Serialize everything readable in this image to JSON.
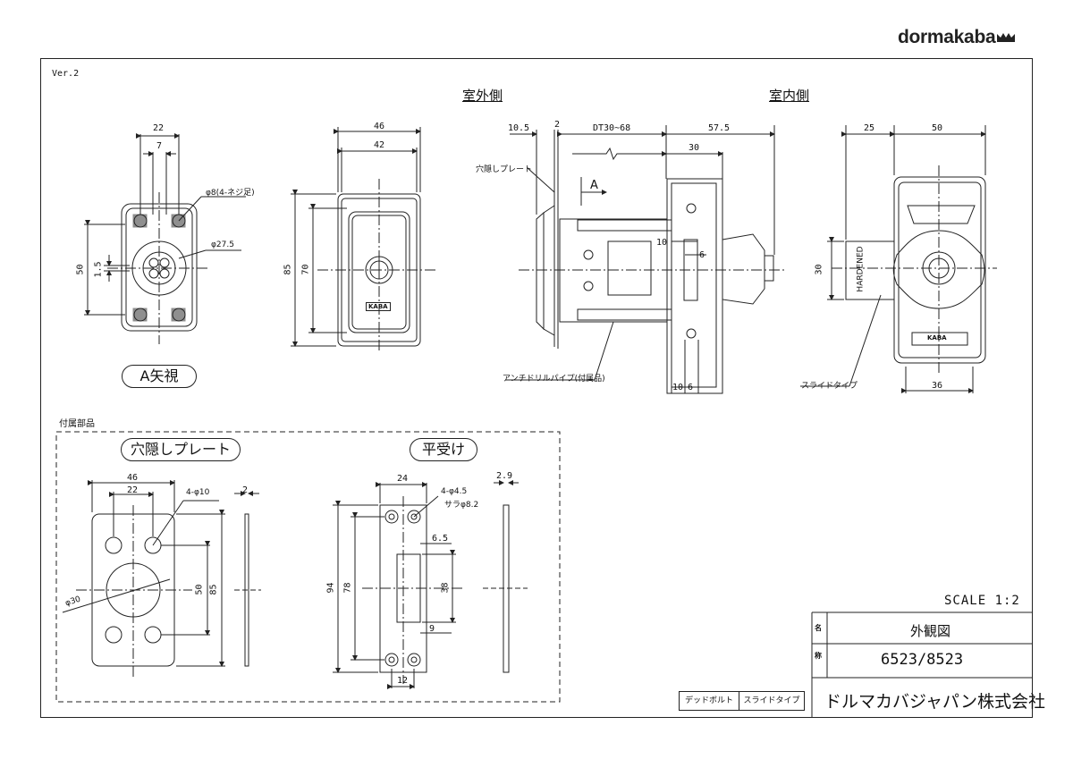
{
  "brand": {
    "logo_text": "dormakaba",
    "logo_mark": "crown-icon"
  },
  "version": "Ver.2",
  "views": {
    "outside": "室外側",
    "inside": "室内側",
    "arrow_view": "A矢視"
  },
  "front_view": {
    "dims": {
      "w22": "22",
      "w7": "7",
      "h50": "50",
      "h1_5": "1.5"
    },
    "notes": {
      "phi8": "φ8(4-ネジ足)",
      "phi27": "φ27.5"
    }
  },
  "outside_view": {
    "dims": {
      "w46": "46",
      "w42": "42",
      "h85": "85",
      "h70": "70"
    },
    "brand_tag": "KABA"
  },
  "side_view": {
    "dims": {
      "d10_5": "10.5",
      "d2": "2",
      "dt": "DT30~68",
      "d57_5": "57.5",
      "d30": "30",
      "d10": "10",
      "d6": "6",
      "d10b": "10",
      "d6b": "6"
    },
    "labels": {
      "cover_plate": "穴隠しプレート",
      "a_mark": "A",
      "anti_drill": "アンチドリルパイプ(付属品)"
    }
  },
  "inside_view": {
    "dims": {
      "w25": "25",
      "w50": "50",
      "h30": "30",
      "w36": "36"
    },
    "labels": {
      "hardened": "HARDENED",
      "slide_type": "スライドタイプ"
    },
    "brand_tag": "KABA"
  },
  "accessories": {
    "title": "付属部品",
    "cover_plate": {
      "label": "穴隠しプレート",
      "dims": {
        "w46": "46",
        "w22": "22",
        "holes": "4-φ10",
        "t2": "2",
        "h50": "50",
        "h85": "85",
        "phi30": "φ30"
      }
    },
    "strike": {
      "label": "平受け",
      "dims": {
        "w24": "24",
        "holes": "4-φ4.5",
        "countersink": "サラφ8.2",
        "t2_9": "2.9",
        "w6_5": "6.5",
        "h94": "94",
        "h78": "78",
        "h38": "38",
        "w9": "9",
        "w12": "12"
      }
    }
  },
  "title_block": {
    "scale": "SCALE 1:2",
    "name_label": "名",
    "name_value": "外観図",
    "code_label": "称",
    "code_value": "6523/8523",
    "tag1": "デッドボルト",
    "tag2": "スライドタイプ",
    "company": "ドルマカバジャパン株式会社"
  }
}
